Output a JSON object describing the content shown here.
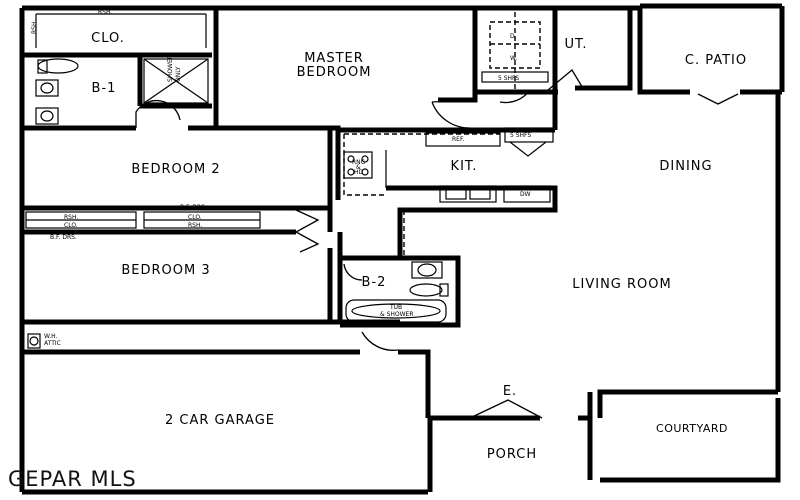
{
  "rooms": {
    "closet": "CLO.",
    "master_bedroom": [
      "MASTER",
      "BEDROOM"
    ],
    "utility": "UT.",
    "covered_patio": "C. PATIO",
    "bath_1": "B-1",
    "bedroom_2": "BEDROOM 2",
    "kitchen": "KIT.",
    "dining": "DINING",
    "bedroom_3": "BEDROOM 3",
    "bath_2": "B-2",
    "living_room": "LIVING ROOM",
    "entry": "E.",
    "garage": "2 CAR GARAGE",
    "porch": "PORCH",
    "courtyard": "COURTYARD"
  },
  "fixtures": {
    "shelf_top": "RSH.",
    "shelf_side": "RSH.",
    "shower_box": [
      "SHOWER",
      "ONLY"
    ],
    "dryer": "D.",
    "washer": "W.",
    "shelves_ut": "5 SHFS",
    "shelves_pantry": "5 SHFS",
    "refrigerator": "REF.",
    "range": [
      "RNG",
      "&",
      "HD"
    ],
    "dishwasher": "DW",
    "bifold_top": "B.F. DRS.",
    "closet_bed2": "CLO.",
    "shelf_bed2": "RSH.",
    "closet_bed2_left": "RSH.",
    "closet_bed2_left_label": "CLO.",
    "bifold_bottom": "B.F. DRS.",
    "tub_shower": [
      "TUB",
      "& SHOWER"
    ],
    "water_heater": [
      "W.H.",
      "ATTIC"
    ]
  },
  "watermark": "GEPAR MLS"
}
